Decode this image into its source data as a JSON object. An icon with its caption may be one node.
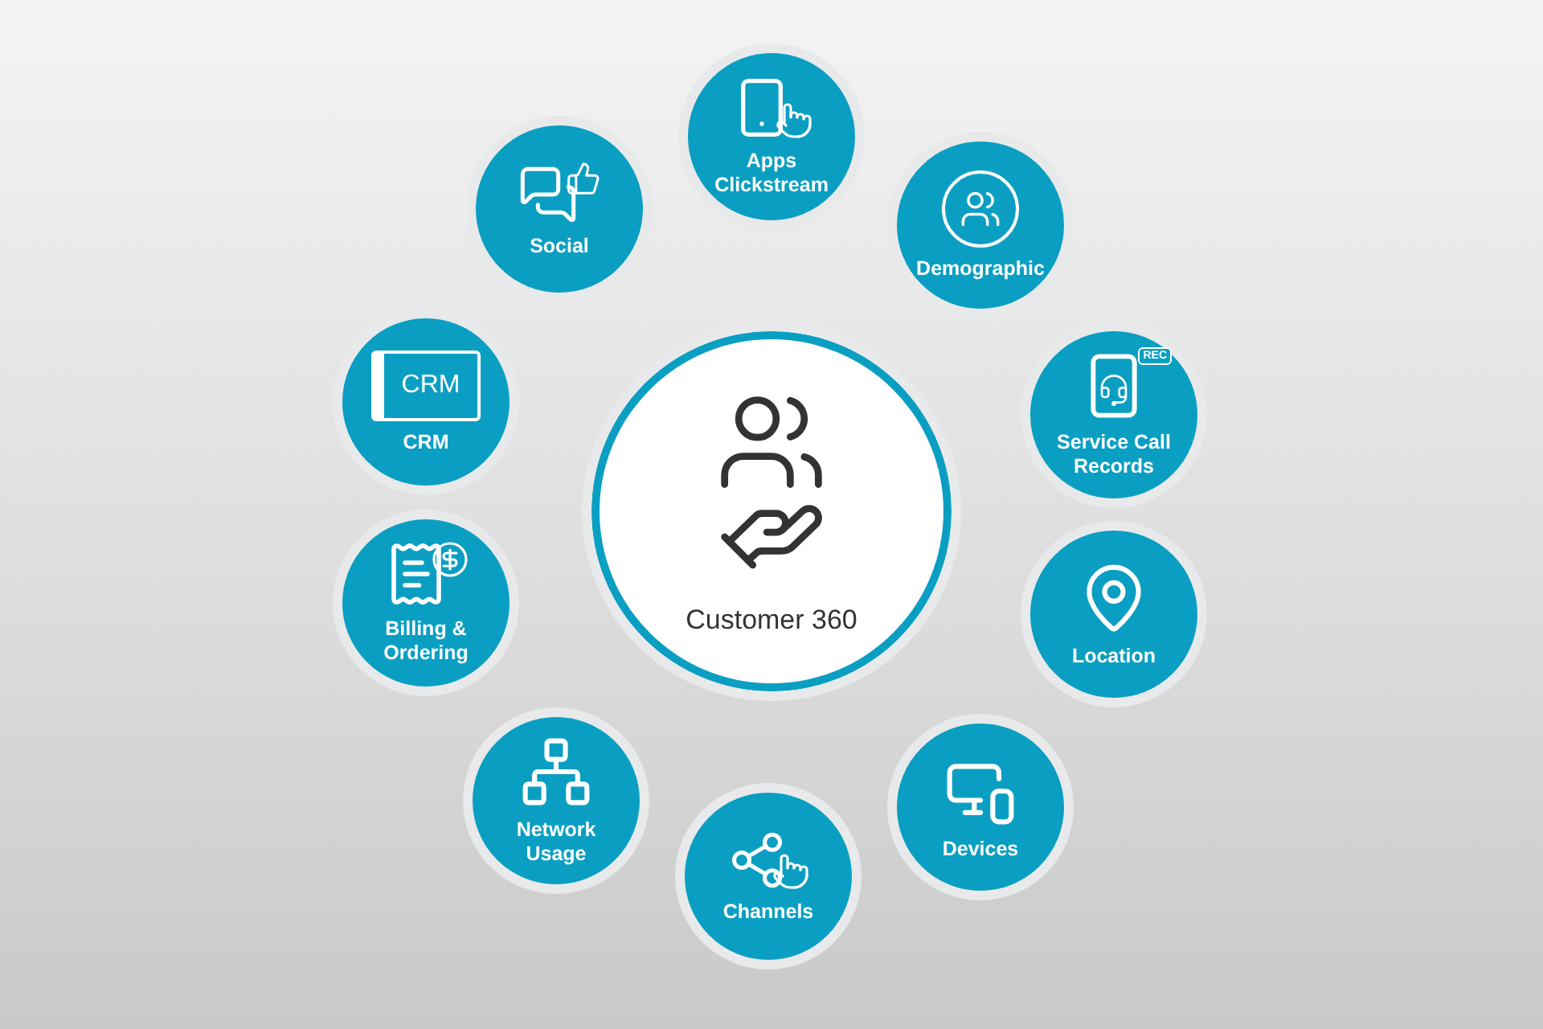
{
  "diagram": {
    "nodes": [
      {
        "text": [
          "Customer 360"
        ]
      },
      {
        "text": [
          "Apps Clickstream"
        ]
      },
      {
        "text": [
          "Demographic"
        ]
      },
      {
        "text": [
          "REC",
          "Service Call Records"
        ]
      },
      {
        "text": [
          "Location"
        ]
      },
      {
        "text": [
          "Devices"
        ]
      },
      {
        "text": [
          "Channels"
        ]
      },
      {
        "text": [
          "Network Usage"
        ]
      },
      {
        "text": [
          "Billing & Ordering"
        ]
      },
      {
        "text": [
          "CRM",
          "CRM"
        ]
      },
      {
        "text": [
          "Social"
        ]
      }
    ]
  }
}
